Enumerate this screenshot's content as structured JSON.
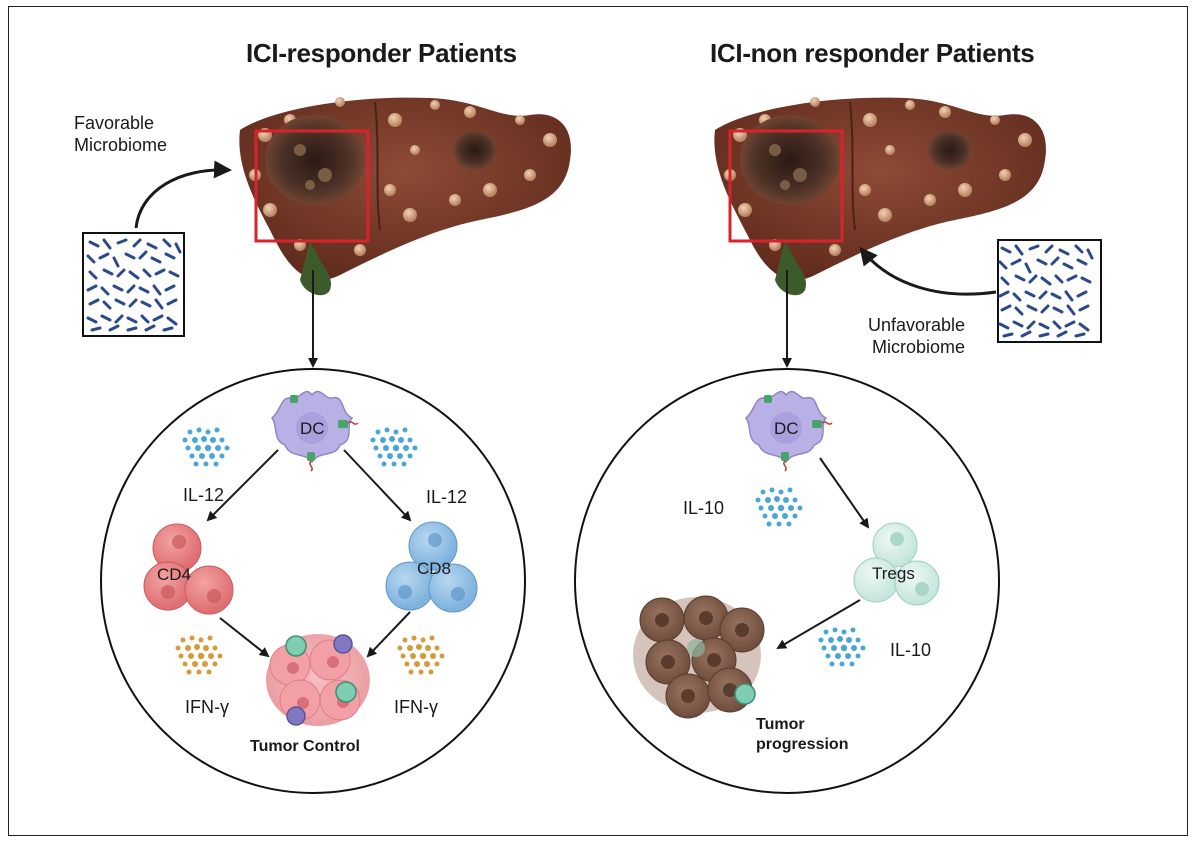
{
  "left_panel": {
    "title": "ICI-responder Patients",
    "microbiome_label_line1": "Favorable",
    "microbiome_label_line2": "Microbiome",
    "dc_label": "DC",
    "cytokine_left": "IL-12",
    "cytokine_right": "IL-12",
    "cd4_label": "CD4",
    "cd8_label": "CD8",
    "ifn_left": "IFN-γ",
    "ifn_right": "IFN-γ",
    "outcome": "Tumor Control"
  },
  "right_panel": {
    "title": "ICI-non responder Patients",
    "microbiome_label_line1": "Unfavorable",
    "microbiome_label_line2": "Microbiome",
    "dc_label": "DC",
    "cytokine_top": "IL-10",
    "treg_label": "Tregs",
    "cytokine_bottom": "IL-10",
    "outcome_line1": "Tumor",
    "outcome_line2": "progression"
  },
  "colors": {
    "liver": "#7a3b2a",
    "highlight_box": "#d9232b",
    "microbe": "#2b4a8c",
    "dc": "#b9b1e6",
    "cd4": "#e07a7c",
    "cd8": "#8bbce3",
    "treg": "#cfe9e2",
    "il_dots": "#4aa6d6",
    "ifn_dots": "#d59a3a",
    "tumor_control": "#f0a8ac",
    "tumor_progression": "#8a6450"
  }
}
